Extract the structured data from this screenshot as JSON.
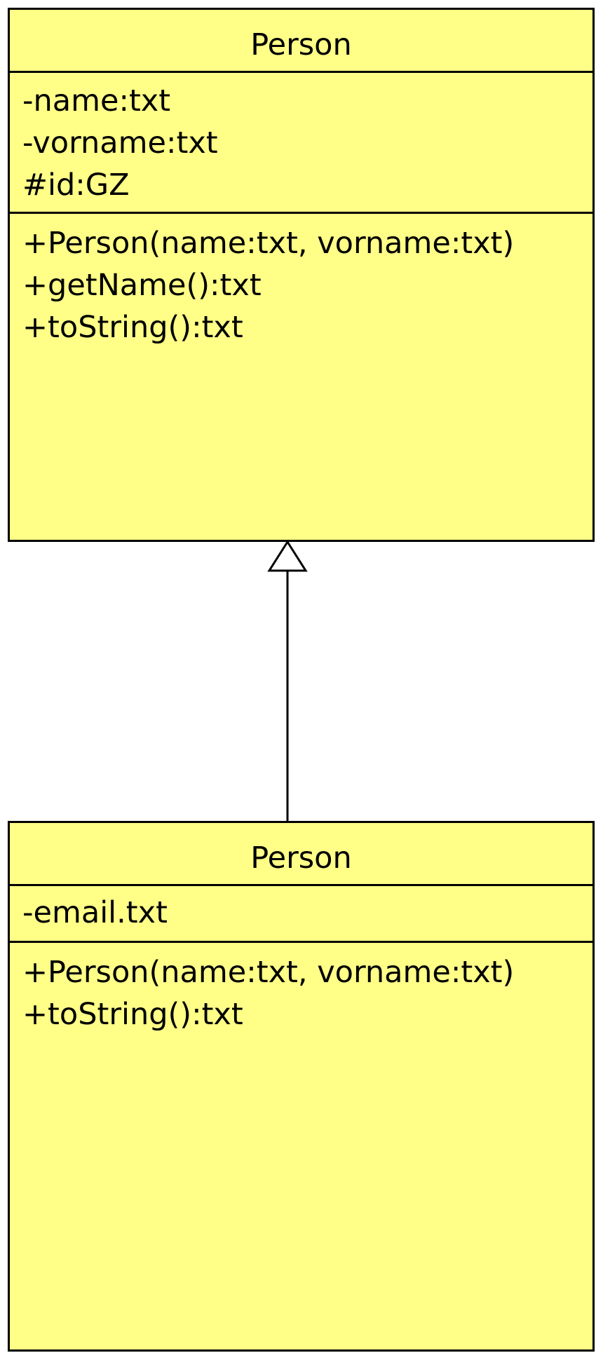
{
  "diagram": {
    "colors": {
      "class_fill": "#ffff88",
      "stroke": "#000000"
    },
    "parent_class": {
      "name": "Person",
      "attributes": [
        "-name:txt",
        "-vorname:txt",
        "#id:GZ"
      ],
      "operations": [
        "+Person(name:txt, vorname:txt)",
        "+getName():txt",
        "+toString():txt"
      ]
    },
    "child_class": {
      "name": "Person",
      "attributes": [
        "-email.txt"
      ],
      "operations": [
        "+Person(name:txt, vorname:txt)",
        "+toString():txt"
      ]
    },
    "relationship": {
      "type": "inheritance",
      "from": "child_class",
      "to": "parent_class"
    }
  }
}
